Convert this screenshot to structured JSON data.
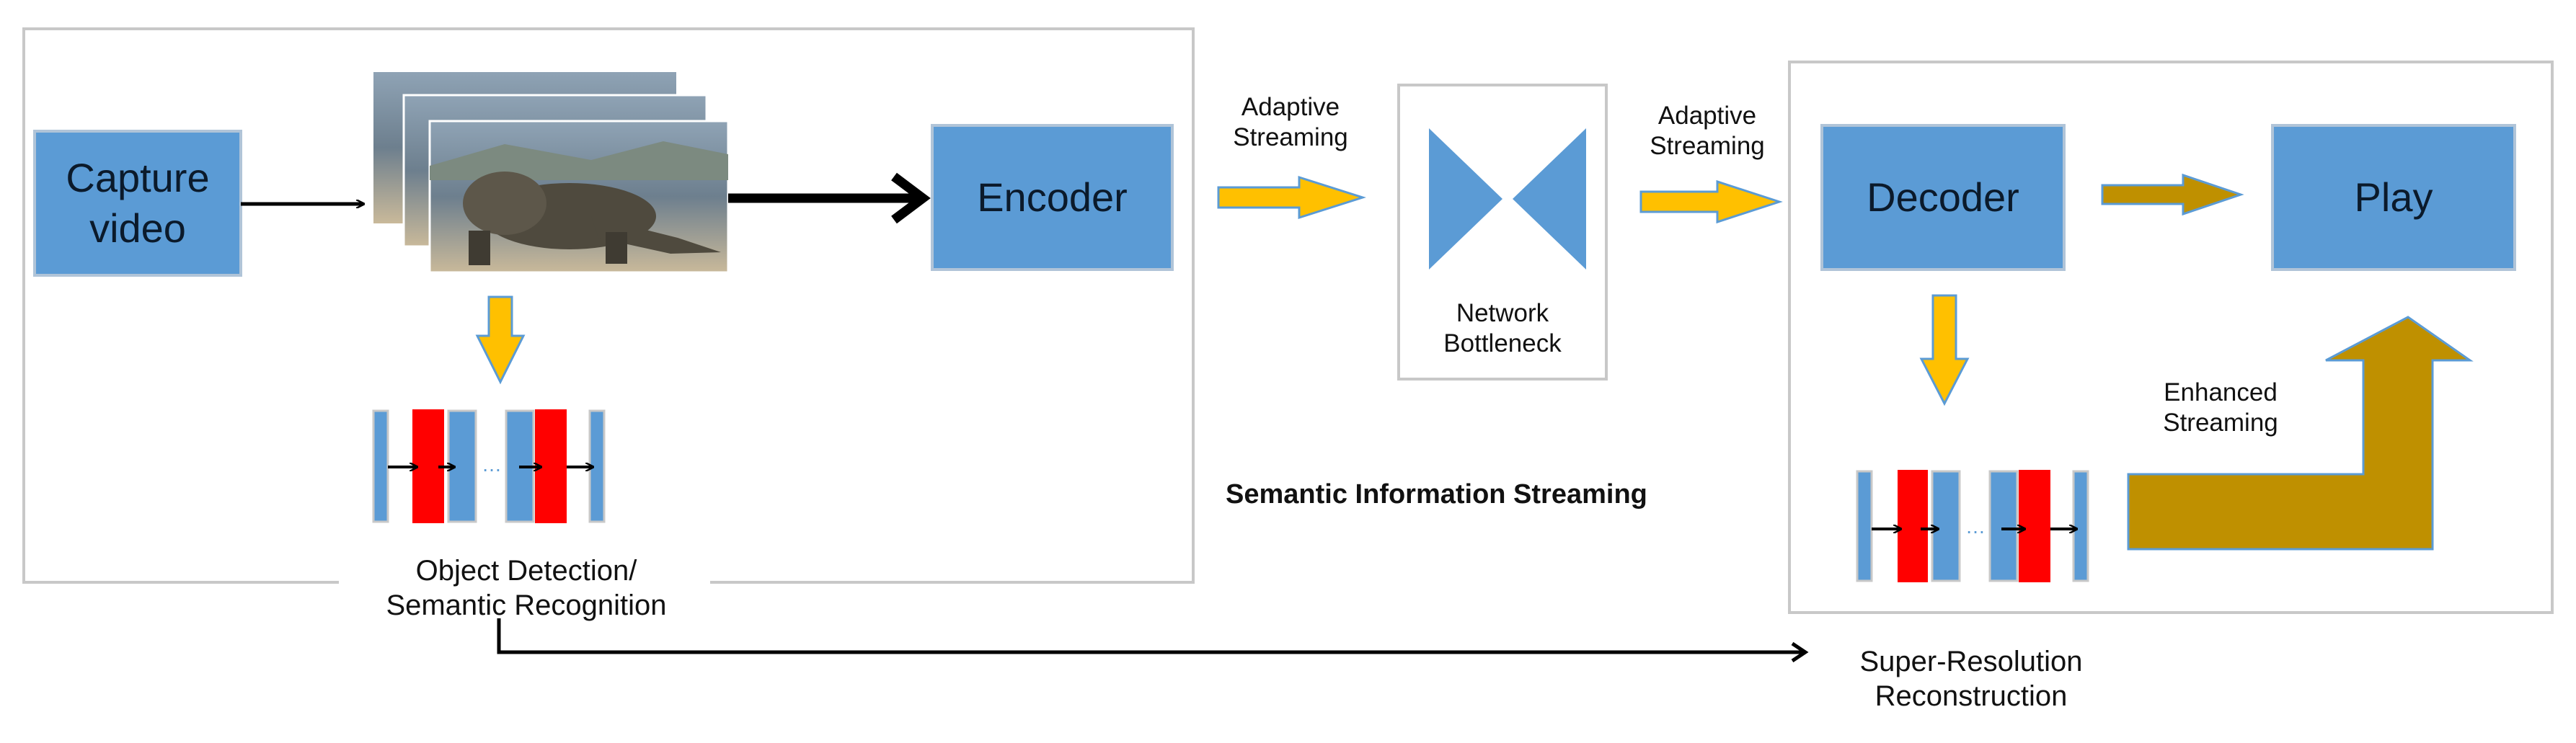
{
  "nodes": {
    "capture": "Capture video",
    "encoder": "Encoder",
    "decoder": "Decoder",
    "play": "Play"
  },
  "labels": {
    "adaptive_streaming_1": "Adaptive Streaming",
    "adaptive_streaming_2": "Adaptive Streaming",
    "network_bottleneck": "Network Bottleneck",
    "object_detection": "Object Detection/ Semantic Recognition",
    "semantic_info": "Semantic Information Streaming",
    "enhanced_streaming": "Enhanced Streaming",
    "super_resolution": "Super-Resolution Reconstruction",
    "ellipsis": "…"
  },
  "colors": {
    "box_blue": "#5b9bd5",
    "box_border": "#b0c4d8",
    "arrow_gold": "#ffc000",
    "arrow_dark_gold": "#bf9000",
    "layer_red": "#ff0000",
    "frame_border": "#c8c8c8"
  }
}
